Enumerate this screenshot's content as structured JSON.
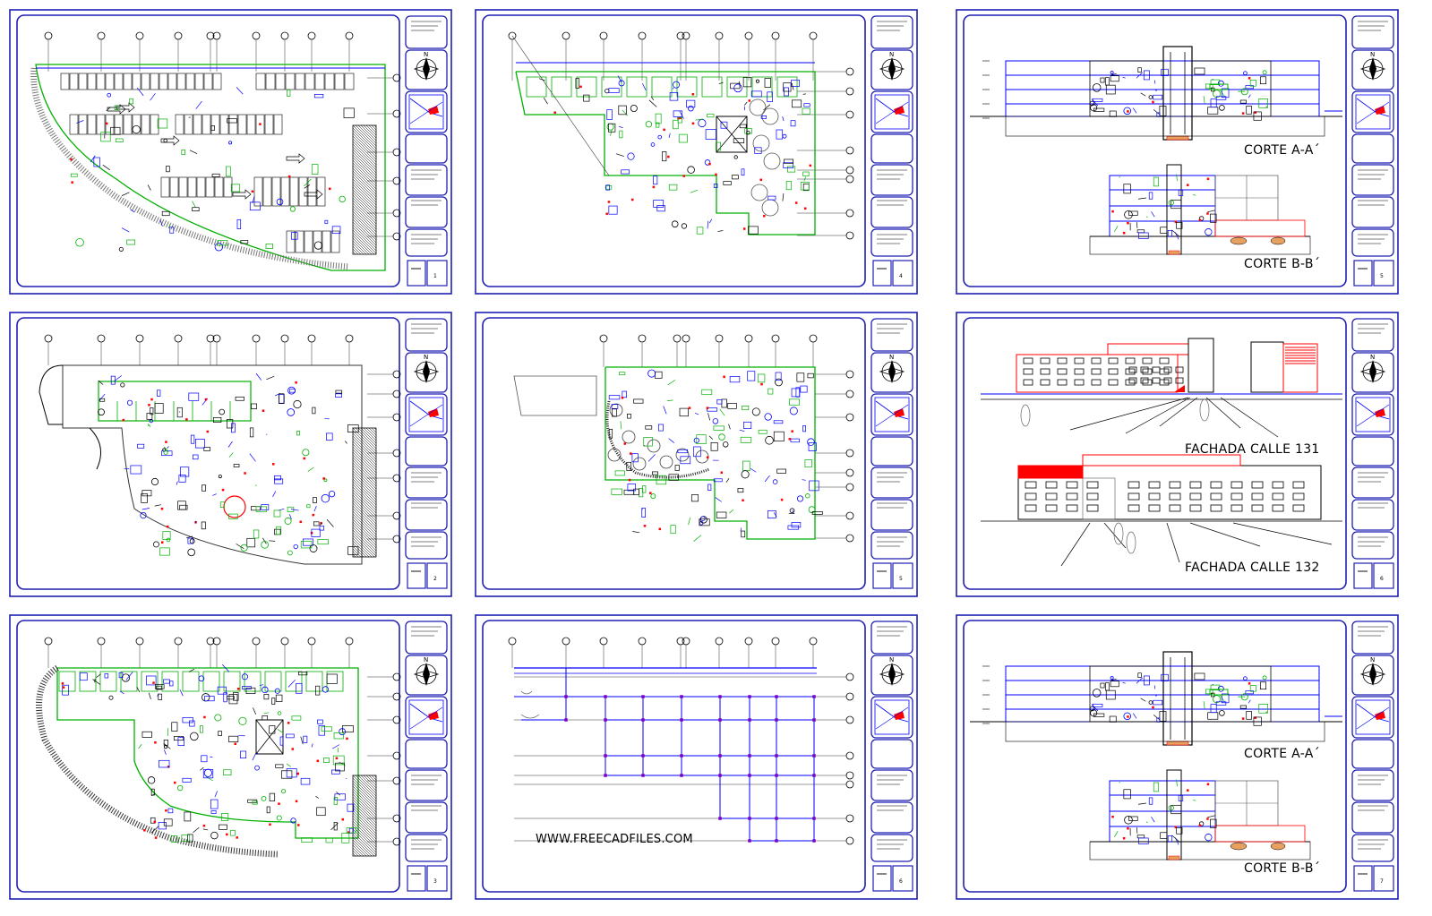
{
  "sheets": [
    {
      "id": "plan-basement",
      "kind": "plan-parking",
      "number": "1"
    },
    {
      "id": "plan-level-a",
      "kind": "plan-office",
      "number": "4"
    },
    {
      "id": "sections-a",
      "kind": "sections",
      "number": "5"
    },
    {
      "id": "plan-ground",
      "kind": "plan-ground",
      "number": "2"
    },
    {
      "id": "plan-level-b",
      "kind": "plan-garden",
      "number": "5"
    },
    {
      "id": "elevations",
      "kind": "elevations",
      "number": "6"
    },
    {
      "id": "plan-level-c",
      "kind": "plan-upper",
      "number": "3"
    },
    {
      "id": "structural-grid",
      "kind": "grid",
      "number": "6"
    },
    {
      "id": "sections-b",
      "kind": "sections",
      "number": "7"
    }
  ],
  "labels": {
    "corte_a": "CORTE A-A´",
    "corte_b": "CORTE B-B´",
    "fachada_131": "FACHADA CALLE 131",
    "fachada_132": "FACHADA CALLE 132",
    "watermark": "WWW.FREECADFILES.COM"
  },
  "icons": {
    "north_arrow": "compass-north-icon",
    "location_map": "location-map-icon"
  },
  "colors": {
    "frame": "#1f1fb3",
    "wall_green": "#00b000",
    "detail_blue": "#0000ff",
    "accent_red": "#ff0000",
    "ink": "#000000"
  }
}
